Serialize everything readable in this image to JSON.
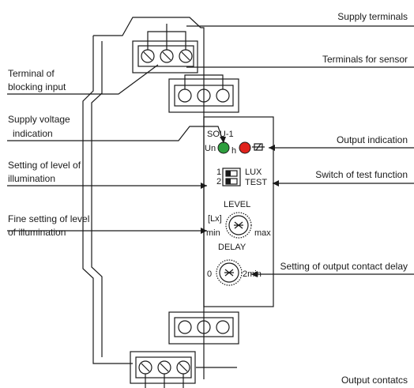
{
  "callouts": {
    "supply_terminals": "Supply terminals",
    "terminals_for_sensor": "Terminals for sensor",
    "blocking_input_line1": "Terminal of",
    "blocking_input_line2": "blocking input",
    "supply_voltage_line1": "Supply voltage",
    "supply_voltage_line2": "indication",
    "level_setting_line1": "Setting of level of",
    "level_setting_line2": "illumination",
    "fine_setting_line1": "Fine setting of level",
    "fine_setting_line2": "of illumination",
    "output_indication": "Output indication",
    "test_switch": "Switch of test function",
    "delay_setting": "Setting of output contact delay",
    "output_contacts": "Output contatcs"
  },
  "device": {
    "model": "SOU-1",
    "un_label": "Un",
    "h_label": "h",
    "switch_pos1": "1",
    "switch_pos2": "2",
    "switch_label1": "LUX",
    "switch_label2": "TEST",
    "level_title": "LEVEL",
    "level_unit": "[Lx]",
    "level_min": "min",
    "level_max": "max",
    "delay_title": "DELAY",
    "delay_min": "0",
    "delay_max": "2min"
  },
  "colors": {
    "supply_led": "#2e9e3e",
    "output_led": "#e0221c"
  }
}
